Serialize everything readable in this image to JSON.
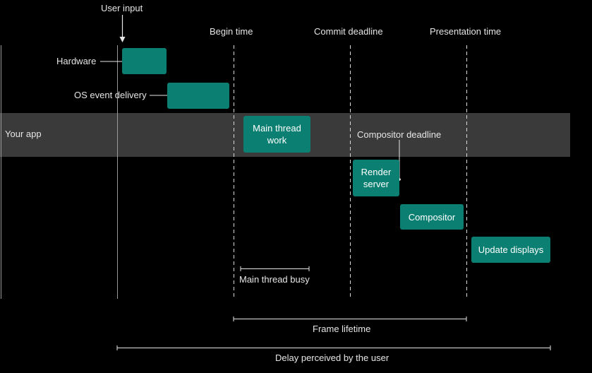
{
  "labels": {
    "user_input": "User input",
    "begin_time": "Begin time",
    "commit_deadline": "Commit deadline",
    "presentation_time": "Presentation time",
    "hardware": "Hardware",
    "os_event_delivery": "OS event delivery",
    "your_app": "Your app",
    "compositor_deadline": "Compositor deadline",
    "main_thread_busy": "Main thread busy",
    "frame_lifetime": "Frame lifetime",
    "delay_perceived": "Delay perceived by the user"
  },
  "boxes": {
    "main_thread_work": "Main thread\nwork",
    "render_server": "Render\nserver",
    "compositor": "Compositor",
    "update_displays": "Update displays"
  },
  "colors": {
    "background": "#000000",
    "box_fill": "#0a7f72",
    "band_fill": "#3a3a3a",
    "line": "#d9d9d9"
  }
}
